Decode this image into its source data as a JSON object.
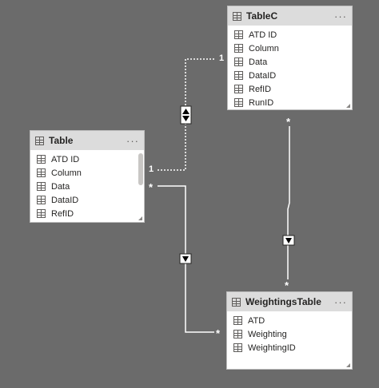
{
  "tables": {
    "tablec": {
      "title": "TableC",
      "more": "···",
      "fields": [
        "ATD ID",
        "Column",
        "Data",
        "DataID",
        "RefID",
        "RunID"
      ]
    },
    "table": {
      "title": "Table",
      "more": "···",
      "fields": [
        "ATD ID",
        "Column",
        "Data",
        "DataID",
        "RefID"
      ]
    },
    "weightings": {
      "title": "WeightingsTable",
      "more": "···",
      "fields": [
        "ATD",
        "Weighting",
        "WeightingID"
      ]
    }
  },
  "relationships": {
    "table_tablec": {
      "from_card": "1",
      "to_card": "1",
      "direction": "both"
    },
    "table_weightings": {
      "from_card": "*",
      "to_card": "*",
      "direction": "down"
    },
    "tablec_weightings": {
      "from_card": "*",
      "to_card": "*",
      "direction": "down"
    }
  },
  "colors": {
    "canvas": "#6b6b6b",
    "card_header": "#dcdcdc",
    "line": "#ffffff"
  }
}
